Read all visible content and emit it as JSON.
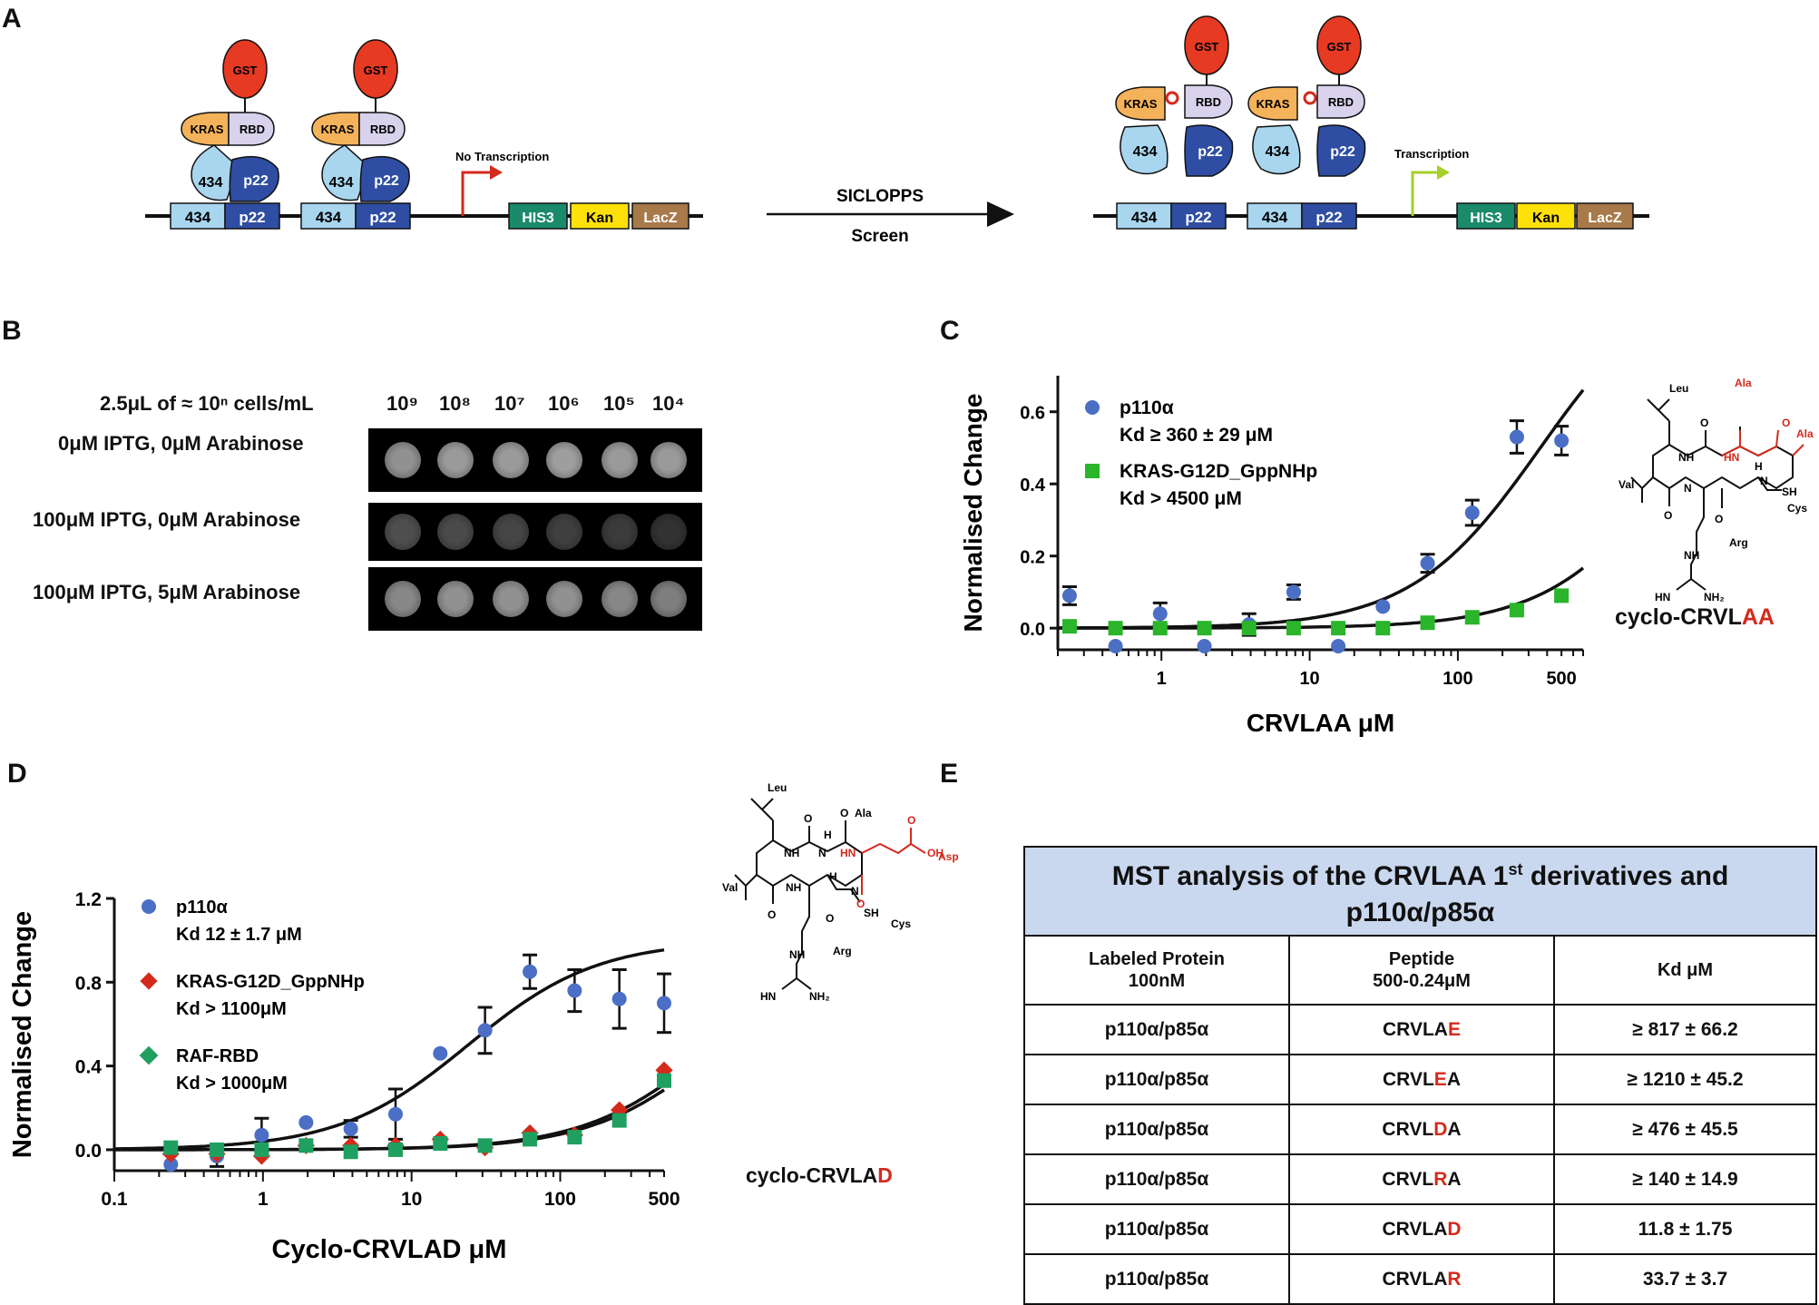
{
  "panels": {
    "a": "A",
    "b": "B",
    "c": "C",
    "d": "D",
    "e": "E"
  },
  "panelA": {
    "left": {
      "gst": "GST",
      "kras": "KRAS",
      "rbd": "RBD",
      "n434": "434",
      "p22": "p22",
      "status": "No Transcription"
    },
    "arrow_top": "SICLOPPS",
    "arrow_bottom": "Screen",
    "right": {
      "status": "Transcription"
    },
    "genes": [
      "HIS3",
      "Kan",
      "LacZ"
    ],
    "colors": {
      "gst": "#e63a23",
      "kras": "#f4b25a",
      "rbd": "#d8d2ec",
      "n434": "#a8d6ee",
      "p22": "#2f4ea3",
      "his3": "#1a8a6a",
      "kan": "#ffe10a",
      "lacz": "#a87a4a",
      "arrow_red": "#d42a1c",
      "arrow_green": "#a6cf2a"
    }
  },
  "panelB": {
    "header": "2.5μL of ≈ 10ⁿ cells/mL",
    "dilutions": [
      "10⁹",
      "10⁸",
      "10⁷",
      "10⁶",
      "10⁵",
      "10⁴"
    ],
    "rows": [
      {
        "label": "0μM IPTG, 0μM Arabinose",
        "intensity": [
          0.55,
          0.6,
          0.6,
          0.62,
          0.6,
          0.6
        ]
      },
      {
        "label": "100μM IPTG, 0μM Arabinose",
        "intensity": [
          0.2,
          0.18,
          0.15,
          0.12,
          0.1,
          0.05
        ]
      },
      {
        "label": "100μM IPTG, 5μM Arabinose",
        "intensity": [
          0.5,
          0.55,
          0.55,
          0.55,
          0.5,
          0.45
        ]
      }
    ]
  },
  "panelC": {
    "chart_data": {
      "type": "scatter",
      "xlabel": "CRVLAA μM",
      "ylabel": "Normalised Change",
      "xscale": "log",
      "xlim": [
        0.2,
        700
      ],
      "ylim": [
        -0.06,
        0.7
      ],
      "xticks": [
        1,
        10,
        100,
        500
      ],
      "yticks": [
        0.0,
        0.2,
        0.4,
        0.6
      ],
      "yticklabels": [
        "0.0",
        "0.2",
        "0.4",
        "0.6"
      ],
      "legend_position": "top-left",
      "series": [
        {
          "name": "p110α",
          "kd": "Kd ≥ 360 ± 29 μM",
          "color": "#4a6fc4",
          "marker": "circle",
          "x": [
            0.24,
            0.49,
            0.98,
            1.95,
            3.9,
            7.8,
            15.6,
            31.2,
            62.5,
            125,
            250,
            500
          ],
          "y": [
            0.09,
            -0.05,
            0.04,
            -0.05,
            0.01,
            0.1,
            -0.05,
            0.06,
            0.18,
            0.32,
            0.53,
            0.52
          ],
          "err": [
            0.025,
            0,
            0.03,
            0,
            0.03,
            0.02,
            0,
            0,
            0.025,
            0.035,
            0.045,
            0.04
          ],
          "fit": {
            "top": 1.0,
            "kd": 360
          }
        },
        {
          "name": "KRAS-G12D_GppNHp",
          "kd": "Kd > 4500 μM",
          "color": "#2ab52a",
          "marker": "square",
          "x": [
            0.24,
            0.49,
            0.98,
            1.95,
            3.9,
            7.8,
            15.6,
            31.2,
            62.5,
            125,
            250,
            500
          ],
          "y": [
            0.005,
            0.0,
            0.0,
            0.0,
            0.0,
            0.0,
            0.0,
            0.0,
            0.015,
            0.03,
            0.05,
            0.09
          ],
          "err": [
            0,
            0,
            0,
            0,
            0,
            0,
            0,
            0,
            0,
            0,
            0,
            0
          ],
          "fit": {
            "top": 1.0,
            "kd": 3500
          }
        }
      ]
    },
    "compound": {
      "name_prefix": "cyclo-CRVL",
      "name_suffix": "AA",
      "residues": {
        "leu": "Leu",
        "ala1": "Ala",
        "ala2": "Ala",
        "val": "Val",
        "cys": "Cys",
        "arg": "Arg"
      },
      "atoms": {
        "o": "O",
        "n": "N",
        "h": "H",
        "nh": "NH",
        "hn": "HN",
        "sh": "SH",
        "nh2": "NH₂",
        "hn2": "HN"
      }
    }
  },
  "panelD": {
    "chart_data": {
      "type": "scatter",
      "xlabel": "Cyclo-CRVLAD μM",
      "ylabel": "Normalised Change",
      "xscale": "log",
      "xlim": [
        0.1,
        500
      ],
      "ylim": [
        -0.1,
        1.2
      ],
      "xticks": [
        0.1,
        1,
        10,
        100,
        500
      ],
      "xticklabels": [
        "0.1",
        "1",
        "10",
        "100",
        "500"
      ],
      "yticks": [
        0.0,
        0.4,
        0.8,
        1.2
      ],
      "yticklabels": [
        "0.0",
        "0.4",
        "0.8",
        "1.2"
      ],
      "legend_position": "top-left",
      "series": [
        {
          "name": "p110α",
          "kd": "Kd 12 ± 1.7 μM",
          "color": "#4a6fc4",
          "marker": "circle",
          "x": [
            0.24,
            0.49,
            0.98,
            1.95,
            3.9,
            7.8,
            15.6,
            31.2,
            62.5,
            125,
            250,
            500
          ],
          "y": [
            -0.07,
            -0.03,
            0.07,
            0.13,
            0.1,
            0.17,
            0.46,
            0.57,
            0.85,
            0.76,
            0.72,
            0.7
          ],
          "err": [
            0,
            0.05,
            0.08,
            0,
            0.04,
            0.12,
            0,
            0.11,
            0.08,
            0.1,
            0.14,
            0.14
          ],
          "fit": {
            "top": 1.0,
            "kd": 24
          }
        },
        {
          "name": "KRAS-G12D_GppNHp",
          "kd": "Kd > 1100μM",
          "color": "#d42a1c",
          "marker": "diamond",
          "x": [
            0.24,
            0.49,
            0.98,
            1.95,
            3.9,
            7.8,
            15.6,
            31.2,
            62.5,
            125,
            250,
            500
          ],
          "y": [
            -0.02,
            -0.02,
            -0.03,
            0.02,
            0.02,
            0.02,
            0.05,
            0.01,
            0.08,
            0.07,
            0.19,
            0.38
          ],
          "err": [
            0,
            0,
            0,
            0,
            0,
            0,
            0,
            0,
            0,
            0,
            0,
            0
          ],
          "fit": {
            "top": 1.0,
            "kd": 1100
          }
        },
        {
          "name": "RAF-RBD",
          "kd": "Kd > 1000μM",
          "color": "#1fa060",
          "marker": "diamond-square",
          "x": [
            0.24,
            0.49,
            0.98,
            1.95,
            3.9,
            7.8,
            15.6,
            31.2,
            62.5,
            125,
            250,
            500
          ],
          "y": [
            0.01,
            0.0,
            0.0,
            0.02,
            -0.01,
            0.0,
            0.03,
            0.02,
            0.05,
            0.06,
            0.14,
            0.33
          ],
          "err": [
            0,
            0,
            0,
            0,
            0,
            0,
            0,
            0,
            0,
            0,
            0,
            0
          ],
          "fit": {
            "top": 1.0,
            "kd": 1250
          }
        }
      ]
    },
    "compound": {
      "name_prefix": "cyclo-CRVLA",
      "name_suffix": "D",
      "residues": {
        "leu": "Leu",
        "ala": "Ala",
        "asp": "Asp",
        "val": "Val",
        "cys": "Cys",
        "arg": "Arg"
      },
      "atoms": {
        "o": "O",
        "n": "N",
        "h": "H",
        "nh": "NH",
        "hn": "HN",
        "sh": "SH",
        "oh": "OH",
        "nh2": "NH₂"
      }
    }
  },
  "panelE": {
    "title_line1": "MST analysis of the CRVLAA 1",
    "title_sup": "st",
    "title_line1b": " derivatives and",
    "title_line2": "p110α/p85α",
    "headers": {
      "protein_1": "Labeled  Protein",
      "protein_2": "100nM",
      "peptide_1": "Peptide",
      "peptide_2": "500-0.24μM",
      "kd": "Kd μM"
    },
    "rows": [
      {
        "protein": "p110α/p85α",
        "pep_pre": "CRVLA",
        "pep_mut": "E",
        "pep_post": "",
        "kd": "≥ 817 ± 66.2"
      },
      {
        "protein": "p110α/p85α",
        "pep_pre": "CRVL",
        "pep_mut": "E",
        "pep_post": "A",
        "kd": "≥ 1210 ± 45.2"
      },
      {
        "protein": "p110α/p85α",
        "pep_pre": "CRVL",
        "pep_mut": "D",
        "pep_post": "A",
        "kd": "≥ 476  ± 45.5"
      },
      {
        "protein": "p110α/p85α",
        "pep_pre": "CRVL",
        "pep_mut": "R",
        "pep_post": "A",
        "kd": "≥ 140  ± 14.9"
      },
      {
        "protein": "p110α/p85α",
        "pep_pre": "CRVLA",
        "pep_mut": "D",
        "pep_post": "",
        "kd": "11.8  ± 1.75"
      },
      {
        "protein": "p110α/p85α",
        "pep_pre": "CRVLA",
        "pep_mut": "R",
        "pep_post": "",
        "kd": "33.7 ± 3.7"
      }
    ]
  }
}
